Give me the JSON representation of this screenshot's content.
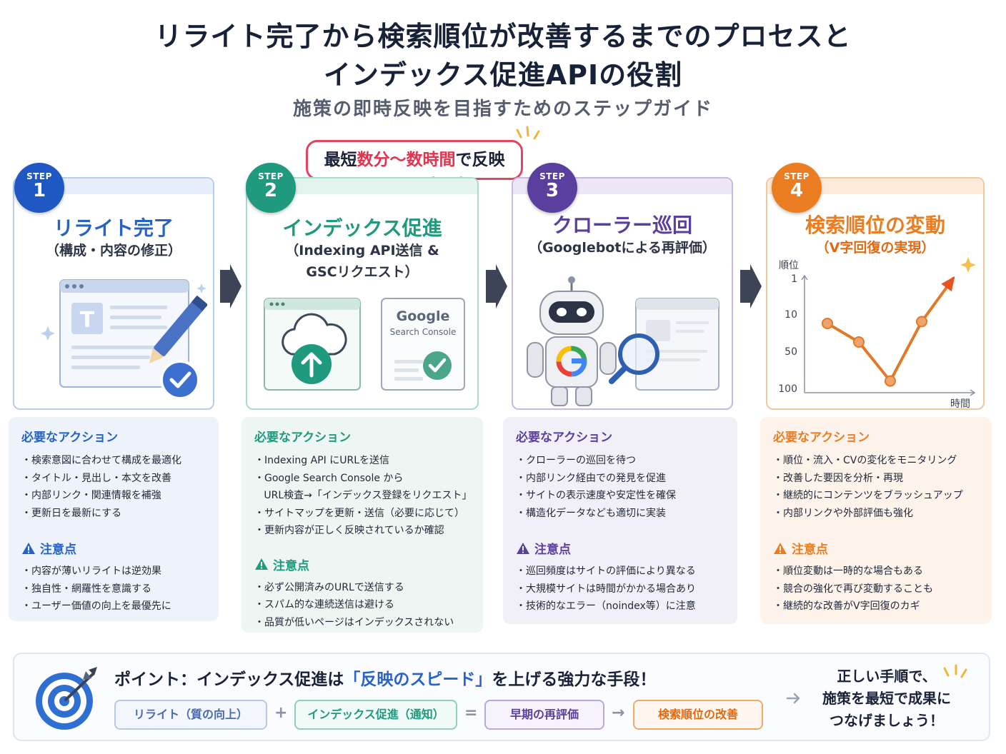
{
  "title_line1": "リライト完了から検索順位が改善するまでのプロセスと",
  "title_line2": "インデックス促進APIの役割",
  "subtitle": "施策の即時反映を目指すためのステップガイド",
  "bubble": {
    "pre": "最短",
    "red1": "数分〜数時間",
    "post": "で反映"
  },
  "steps": [
    {
      "step_word": "STEP",
      "number": "1",
      "color": "#2563c4",
      "title": "リライト完了",
      "subtitle_lines": [
        "（構成・内容の修正）"
      ],
      "icon": "document-pencil-check-icon",
      "actions_heading": "必要なアクション",
      "actions": [
        "検索意図に合わせて構成を最適化",
        "タイトル・見出し・本文を改善",
        "内部リンク・関連情報を補強",
        "更新日を最新にする"
      ],
      "warn_heading": "注意点",
      "warnings": [
        "内容が薄いリライトは逆効果",
        "独自性・網羅性を意識する",
        "ユーザー価値の向上を最優先に"
      ]
    },
    {
      "step_word": "STEP",
      "number": "2",
      "color": "#1f9a7e",
      "title": "インデックス促進",
      "subtitle_lines": [
        "（Indexing API送信 &",
        "GSCリクエスト）"
      ],
      "icon": "cloud-upload-icon",
      "google_word": "Google",
      "search_console_word": "Search Console",
      "actions_heading": "必要なアクション",
      "actions": [
        "Indexing API にURLを送信",
        "Google Search Console から"
      ],
      "actions_cont": "URL検査→「インデックス登録をリクエスト」",
      "actions2": [
        "サイトマップを更新・送信（必要に応じて）",
        "更新内容が正しく反映されているか確認"
      ],
      "warn_heading": "注意点",
      "warnings": [
        "必ず公開済みのURLで送信する",
        "スパム的な連続送信は避ける",
        "品質が低いページはインデックスされない"
      ]
    },
    {
      "step_word": "STEP",
      "number": "3",
      "color": "#5b3f9e",
      "title": "クローラー巡回",
      "subtitle_lines": [
        "（Googlebotによる再評価）"
      ],
      "icon": "robot-crawler-icon",
      "actions_heading": "必要なアクション",
      "actions": [
        "クローラーの巡回を待つ",
        "内部リンク経由での発見を促進",
        "サイトの表示速度や安定性を確保",
        "構造化データなども適切に実装"
      ],
      "warn_heading": "注意点",
      "warnings": [
        "巡回頻度はサイトの評価により異なる",
        "大規模サイトは時間がかかる場合あり",
        "技術的なエラー（noindex等）に注意"
      ]
    },
    {
      "step_word": "STEP",
      "number": "4",
      "color": "#ea7d22",
      "title": "検索順位の変動",
      "subtitle_lines": [
        "（V字回復の実現）"
      ],
      "icon": "ranking-chart-icon",
      "actions_heading": "必要なアクション",
      "actions": [
        "順位・流入・CVの変化をモニタリング",
        "改善した要因を分析・再現",
        "継続的にコンテンツをブラッシュアップ",
        "内部リンクや外部評価も強化"
      ],
      "warn_heading": "注意点",
      "warnings": [
        "順位変動は一時的な場合もある",
        "競合の強化で再び変動することも",
        "継続的な改善がV字回復のカギ"
      ]
    }
  ],
  "chart_data": {
    "type": "line",
    "ylabel": "順位",
    "xlabel": "時間",
    "y_ticks": [
      "1",
      "10",
      "50",
      "100"
    ],
    "y_scale": "rank-inverted",
    "x": [
      1,
      2,
      3,
      4,
      5
    ],
    "values": [
      20,
      40,
      90,
      18,
      1
    ]
  },
  "bottom": {
    "point_pre": "ポイント：インデックス促進は",
    "point_blue": "「反映のスピード」",
    "point_post": "を上げる強力な手段！",
    "chips": [
      "リライト（質の向上）",
      "インデックス促進（通知）",
      "早期の再評価",
      "検索順位の改善"
    ],
    "ops": [
      "+",
      "=",
      "→"
    ],
    "closing": [
      "正しい手順で、",
      "施策を最短で成果に",
      "つなげましょう！"
    ]
  }
}
